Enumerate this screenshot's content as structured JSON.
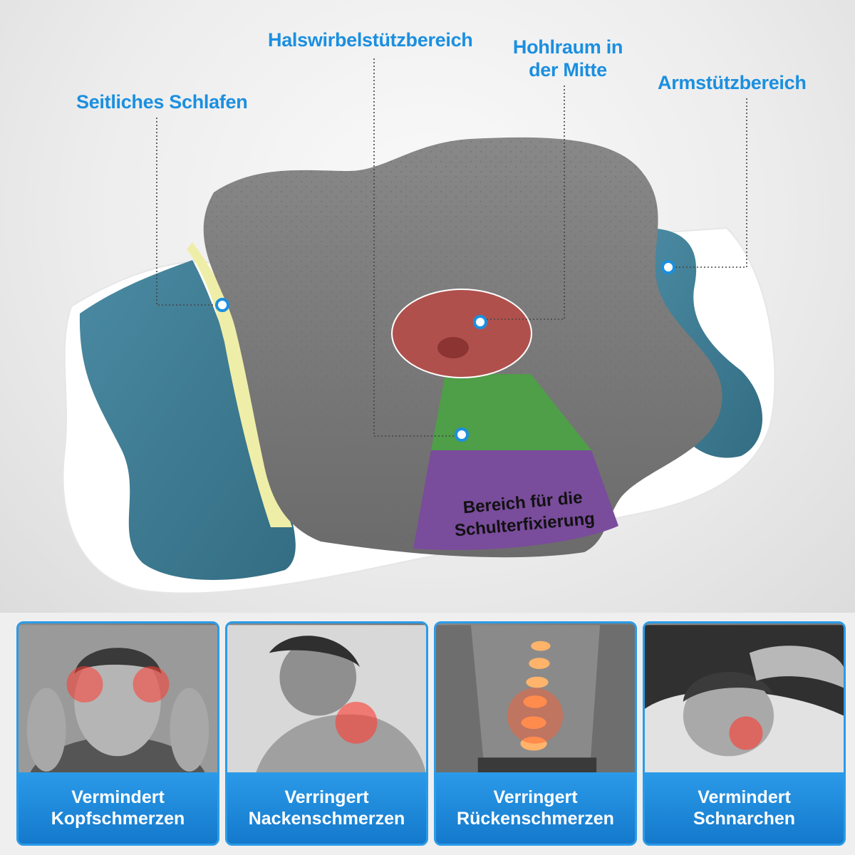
{
  "callouts": {
    "side_sleep": "Seitliches Schlafen",
    "neck_support": "Halswirbelstützbereich",
    "cavity_line1": "Hohlraum in",
    "cavity_line2": "der Mitte",
    "arm_support": "Armstützbereich",
    "shoulder_line1": "Bereich für die",
    "shoulder_line2": "Schulterfixierung"
  },
  "benefits": [
    {
      "line1": "Vermindert",
      "line2": "Kopfschmerzen",
      "icon": "headache-photo"
    },
    {
      "line1": "Verringert",
      "line2": "Nackenschmerzen",
      "icon": "neck-pain-photo"
    },
    {
      "line1": "Verringert",
      "line2": "Rückenschmerzen",
      "icon": "back-pain-photo"
    },
    {
      "line1": "Vermindert",
      "line2": "Schnarchen",
      "icon": "snoring-photo"
    }
  ],
  "colors": {
    "accent": "#1b8fe0",
    "cavity_zone": "#b0504c",
    "neck_zone": "#4f9e48",
    "shoulder_zone": "#7a4c9c",
    "side_wing": "#3d7c93",
    "pillow_top": "#7b7b7b",
    "pain_highlight": "#ff3b30"
  }
}
